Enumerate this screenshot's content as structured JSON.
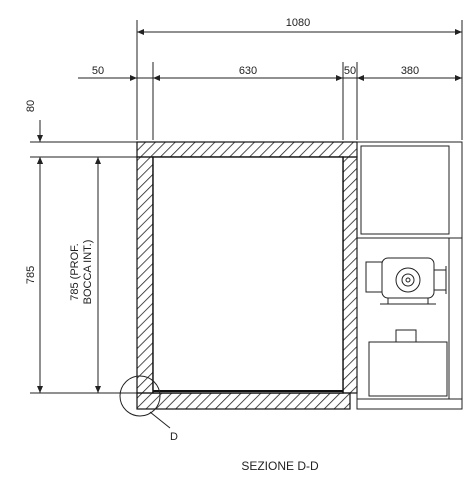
{
  "drawing": {
    "title": "SEZIONE D-D",
    "detail_label": "D",
    "dimensions": {
      "total_width": "1080",
      "left_wall": "50",
      "inner_width": "630",
      "mid_wall": "50",
      "unit_width": "380",
      "top_offset": "80",
      "total_height": "785",
      "inner_depth_line1": "785 (PROF.",
      "inner_depth_line2": "BOCCA INT.)"
    }
  }
}
